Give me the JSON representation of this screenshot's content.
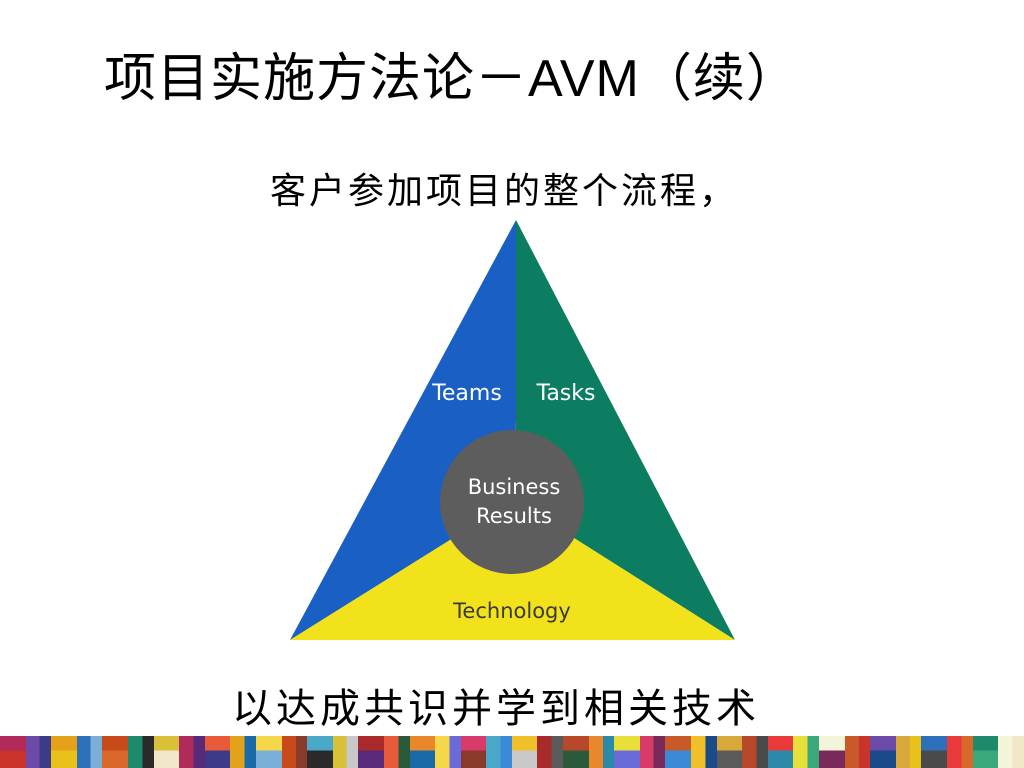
{
  "title": "项目实施方法论－AVM（续）",
  "subtitle": "客户参加项目的整个流程，",
  "footer_text": "以达成共识并学到相关技术",
  "diagram": {
    "teams_label": "Teams",
    "tasks_label": "Tasks",
    "center_line1": "Business",
    "center_line2": "Results",
    "technology_label": "Technology",
    "colors": {
      "teams": "#1a5fc4",
      "tasks": "#0d7d62",
      "technology": "#f2e21c",
      "center": "#5d5d5d",
      "label_text": "#ffffff",
      "technology_text": "#3a3a3a"
    }
  },
  "decorative_strip": {
    "colors": [
      "#c8332a",
      "#6b4aa8",
      "#e8c21a",
      "#2d6fb8",
      "#d9682a",
      "#1f8a6b",
      "#f0e6c8",
      "#b02a5a",
      "#3b3b8a",
      "#e4a21a",
      "#7ab0d8",
      "#c84a1a",
      "#2a2a2a",
      "#d8c038",
      "#5a2a7a",
      "#e85a3a",
      "#1a6aa8",
      "#f4d84a",
      "#8a3a2a",
      "#4aa8c8",
      "#c8c8c8",
      "#a82a2a",
      "#2a5a3a",
      "#e8882a",
      "#6a6ad8",
      "#d83a6a",
      "#3a8ad8",
      "#f0c02a",
      "#5a5a5a",
      "#b8482a",
      "#2a8aa8",
      "#e8e03a",
      "#7a2a5a",
      "#c85a2a",
      "#1a4a8a",
      "#d8a83a",
      "#4a4a4a",
      "#e83a3a",
      "#3aa87a",
      "#f4f4d8"
    ]
  }
}
